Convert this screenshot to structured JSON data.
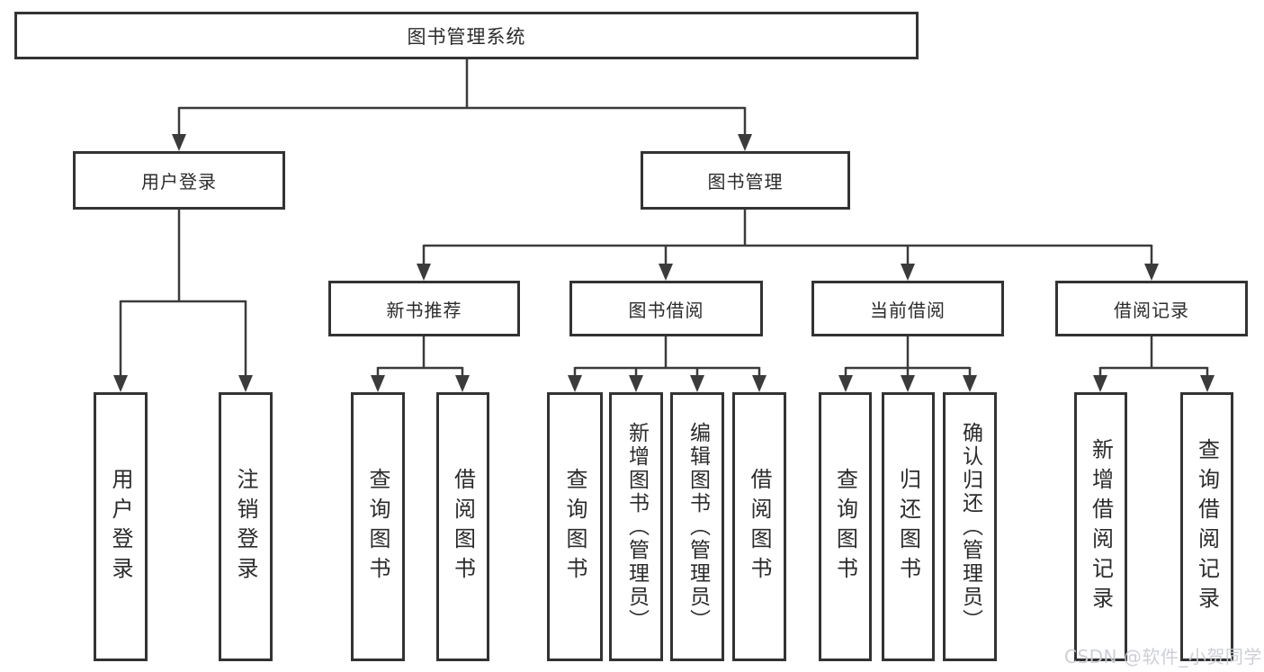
{
  "tree": {
    "root": {
      "label": "图书管理系统"
    },
    "level2": [
      {
        "label": "用户登录"
      },
      {
        "label": "图书管理"
      }
    ],
    "level3": [
      {
        "label": "新书推荐"
      },
      {
        "label": "图书借阅"
      },
      {
        "label": "当前借阅"
      },
      {
        "label": "借阅记录"
      }
    ],
    "level4": {
      "user_login": [
        {
          "label": "用户登录"
        },
        {
          "label": "注销登录"
        }
      ],
      "new_book_recommend": [
        {
          "label": "查询图书"
        },
        {
          "label": "借阅图书"
        }
      ],
      "book_borrow": [
        {
          "label": "查询图书"
        },
        {
          "label": "新增图书（管理员）"
        },
        {
          "label": "编辑图书（管理员）"
        },
        {
          "label": "借阅图书"
        }
      ],
      "current_borrow": [
        {
          "label": "查询图书"
        },
        {
          "label": "归还图书"
        },
        {
          "label": "确认归还（管理员）"
        }
      ],
      "borrow_records": [
        {
          "label": "新增借阅记录"
        },
        {
          "label": "查询借阅记录"
        }
      ]
    }
  },
  "watermark": {
    "text": "CSDN @软件_小贺同学"
  },
  "colors": {
    "line": "#3b3b3b",
    "box_border": "#333333",
    "text": "#2b2b2b",
    "watermark": "#cacdd5",
    "background": "#ffffff"
  }
}
